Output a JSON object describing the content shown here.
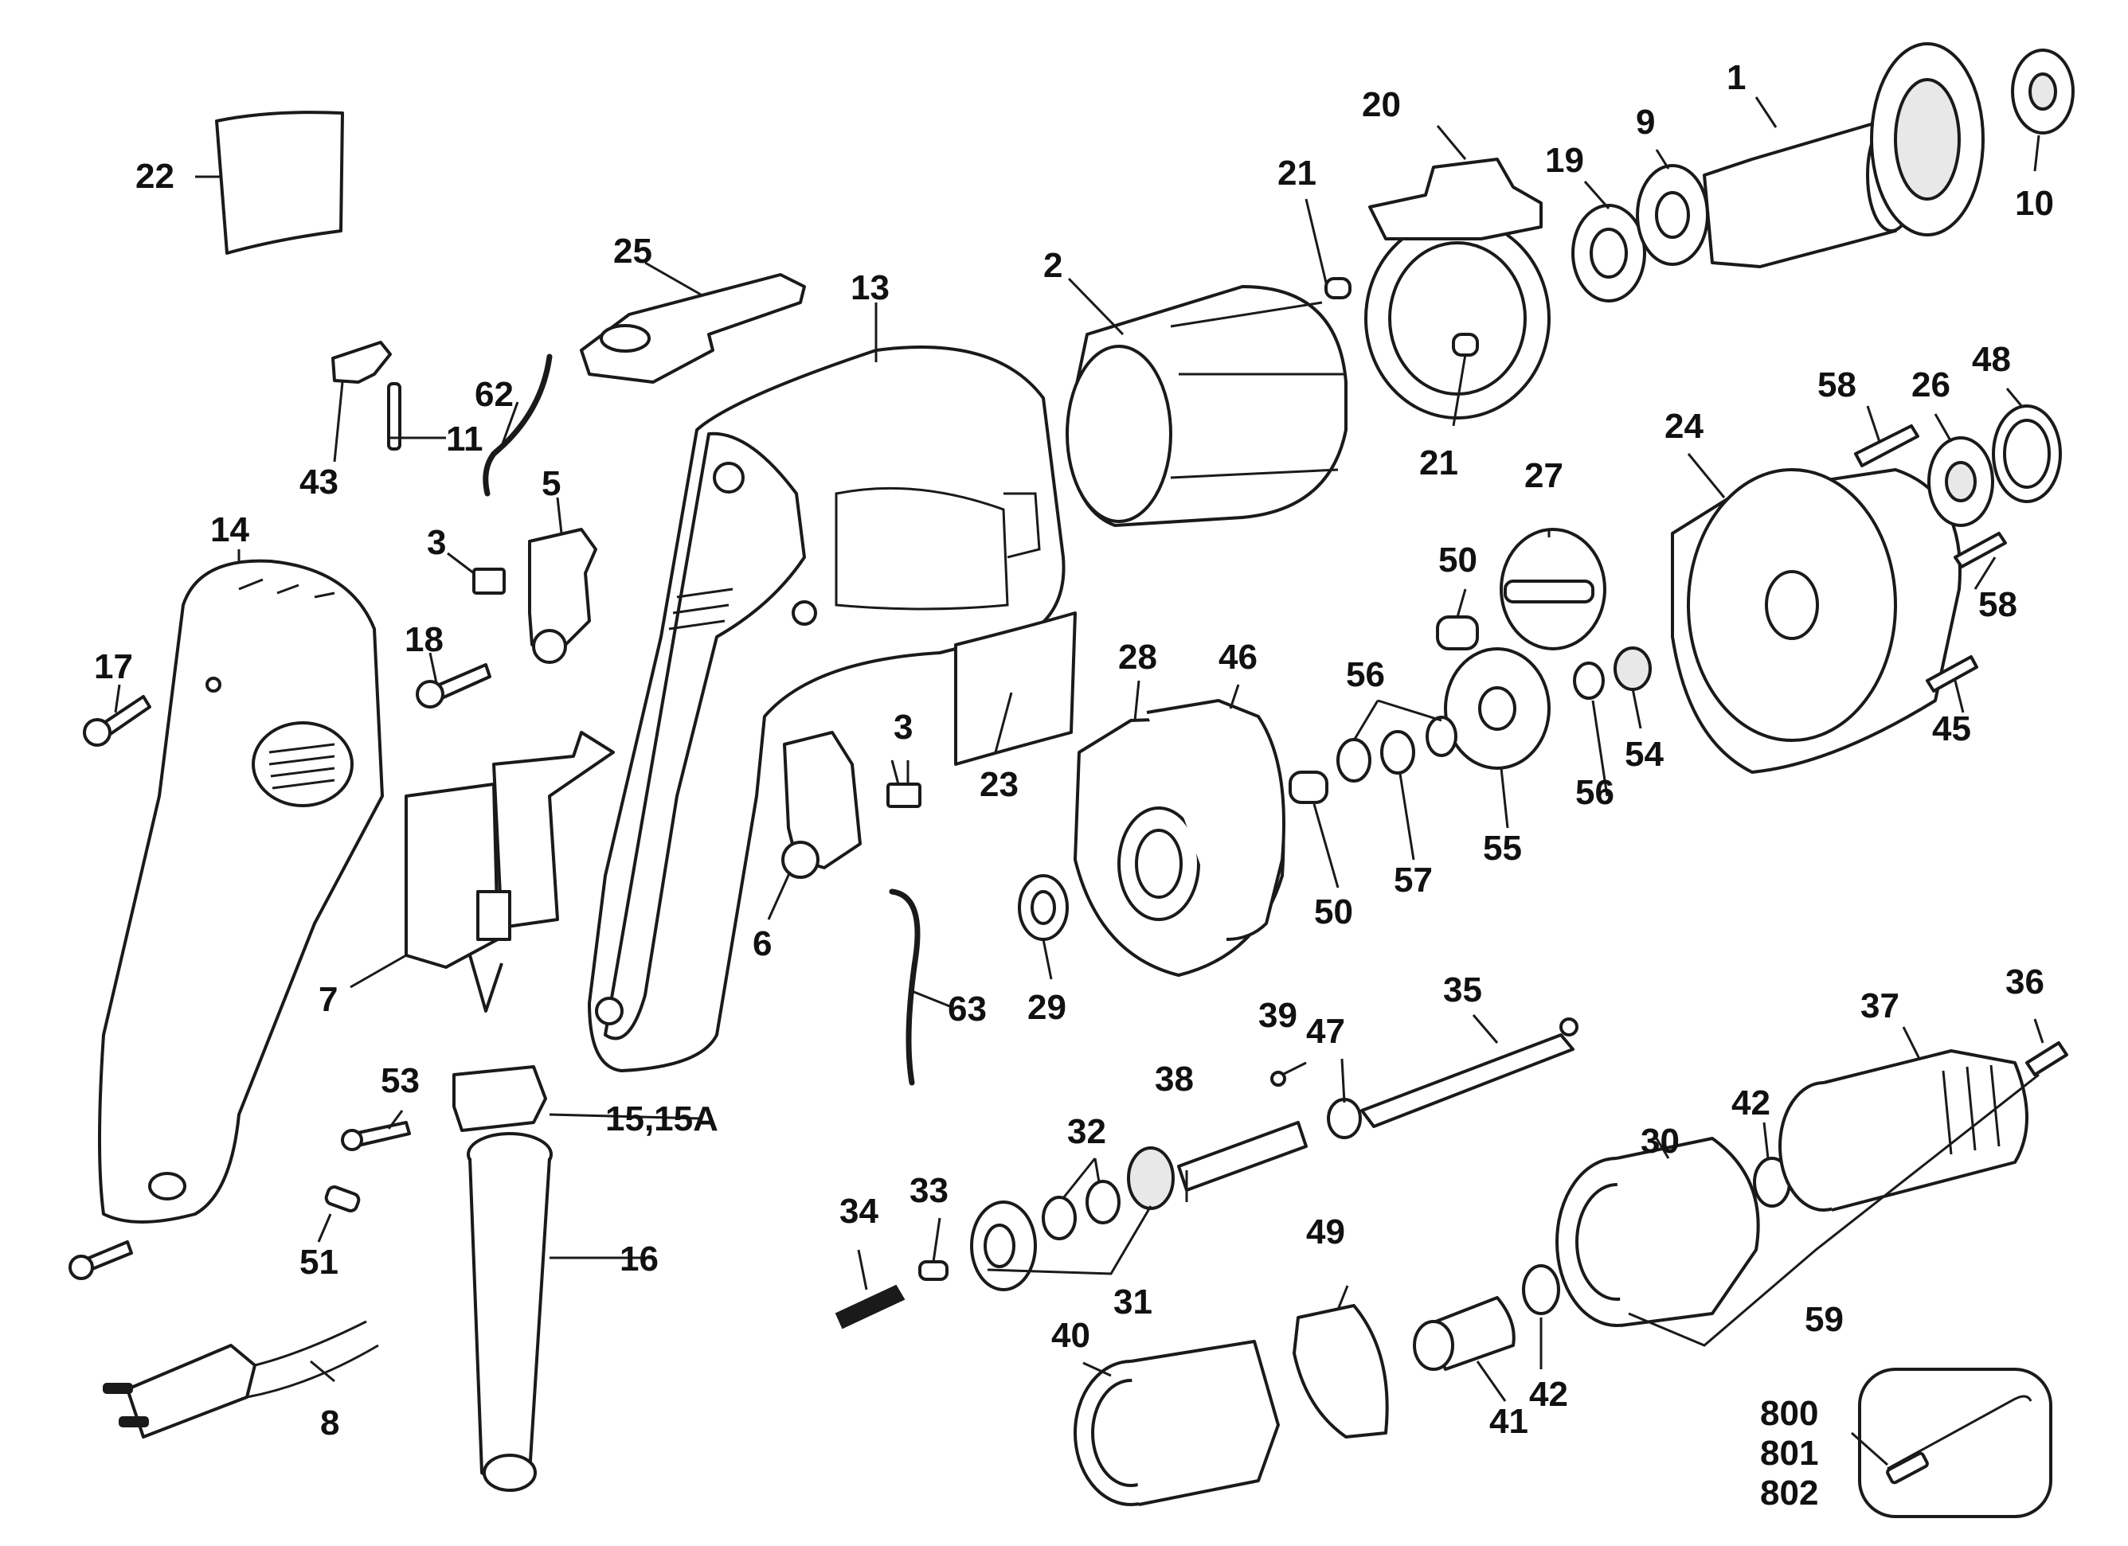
{
  "labels": {
    "l1": "1",
    "l2": "2",
    "l3a": "3",
    "l3b": "3",
    "l5": "5",
    "l6": "6",
    "l7": "7",
    "l8": "8",
    "l9": "9",
    "l10": "10",
    "l11": "11",
    "l13": "13",
    "l14": "14",
    "l15": "15,15A",
    "l16": "16",
    "l17": "17",
    "l18": "18",
    "l19": "19",
    "l20": "20",
    "l21a": "21",
    "l21b": "21",
    "l22": "22",
    "l23": "23",
    "l24": "24",
    "l25": "25",
    "l26": "26",
    "l27": "27",
    "l28": "28",
    "l29": "29",
    "l30": "30",
    "l31": "31",
    "l32": "32",
    "l33": "33",
    "l34": "34",
    "l35": "35",
    "l36": "36",
    "l37": "37",
    "l38": "38",
    "l39": "39",
    "l40": "40",
    "l41": "41",
    "l42a": "42",
    "l42b": "42",
    "l43": "43",
    "l45": "45",
    "l46": "46",
    "l47": "47",
    "l48": "48",
    "l49": "49",
    "l50a": "50",
    "l50b": "50",
    "l51": "51",
    "l53": "53",
    "l54": "54",
    "l55": "55",
    "l56a": "56",
    "l56b": "56",
    "l57": "57",
    "l58a": "58",
    "l58b": "58",
    "l59": "59",
    "l62": "62",
    "l63": "63",
    "l800": "800",
    "l801": "801",
    "l802": "802"
  }
}
